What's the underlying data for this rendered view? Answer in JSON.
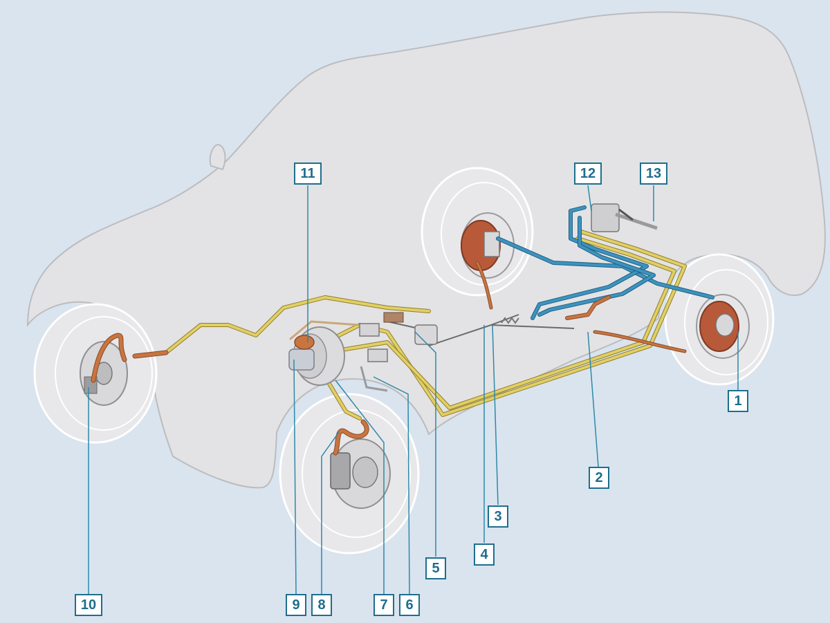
{
  "callouts": [
    {
      "id": "1",
      "label": "1"
    },
    {
      "id": "2",
      "label": "2"
    },
    {
      "id": "3",
      "label": "3"
    },
    {
      "id": "4",
      "label": "4"
    },
    {
      "id": "5",
      "label": "5"
    },
    {
      "id": "6",
      "label": "6"
    },
    {
      "id": "7",
      "label": "7"
    },
    {
      "id": "8",
      "label": "8"
    },
    {
      "id": "9",
      "label": "9"
    },
    {
      "id": "10",
      "label": "10"
    },
    {
      "id": "11",
      "label": "11"
    },
    {
      "id": "12",
      "label": "12"
    },
    {
      "id": "13",
      "label": "13"
    }
  ],
  "colors": {
    "background": "#d9e4ef",
    "car_body": "#e3e3e5",
    "car_outline": "#bcbcbe",
    "wheel": "#e8e8ea",
    "brake_line_yellow": "#e2cf64",
    "brake_line_blue": "#3d93bf",
    "brake_hose_copper": "#c8753f",
    "brake_drum": "#b8593a",
    "callout_border": "#1d6e8c"
  }
}
